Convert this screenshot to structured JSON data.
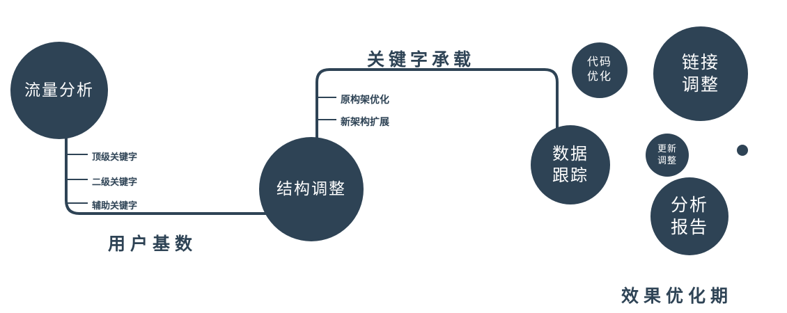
{
  "diagram": {
    "accent_color": "#2e4355",
    "text_color_on_node": "#ffffff",
    "nodes": {
      "traffic_analysis": "流量分析",
      "structure_adjust": "结构调整",
      "data_tracking": [
        "数据",
        "跟踪"
      ],
      "code_opt": [
        "代码",
        "优化"
      ],
      "link_adjust": [
        "链接",
        "调整"
      ],
      "update_adjust": [
        "更新",
        "调整"
      ],
      "analysis_report": [
        "分析",
        "报告"
      ]
    },
    "edge_labels": {
      "keyword_carry": "关键字承载",
      "user_base": "用户基数",
      "effect_period": "效果优化期"
    },
    "branch_labels": {
      "top_keywords": "顶级关键字",
      "second_keywords": "二级关键字",
      "aux_keywords": "辅助关键字",
      "orig_arch": "原构架优化",
      "new_arch": "新架构扩展"
    }
  }
}
